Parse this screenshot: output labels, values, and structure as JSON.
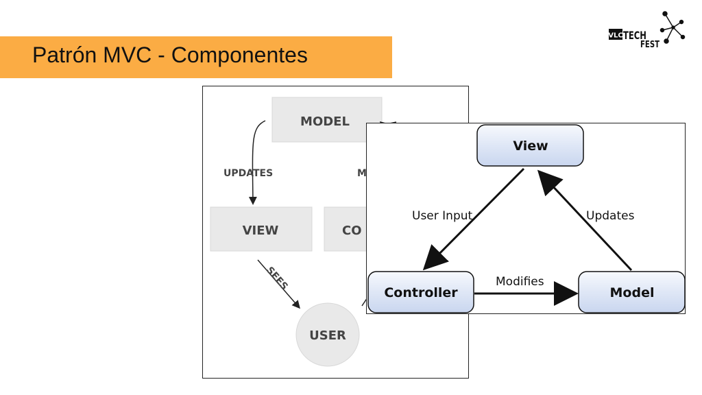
{
  "slide": {
    "title": "Patrón MVC - Componentes"
  },
  "logo": {
    "vlc": "VLC",
    "tech": "TECH",
    "fest": "FEST"
  },
  "diagram_back": {
    "nodes": {
      "model": "MODEL",
      "view": "VIEW",
      "controller_partial": "CO",
      "user": "USER"
    },
    "edges": {
      "updates": "UPDATES",
      "manipulates_partial": "M",
      "sees": "SEES"
    }
  },
  "diagram_front": {
    "nodes": {
      "view": "View",
      "controller": "Controller",
      "model": "Model"
    },
    "edges": {
      "user_input": "User Input",
      "updates": "Updates",
      "modifies": "Modifies"
    }
  },
  "colors": {
    "title_bar": "#fbac44",
    "back_box": "#e9e9e9",
    "front_box": "#dfe7f6"
  }
}
